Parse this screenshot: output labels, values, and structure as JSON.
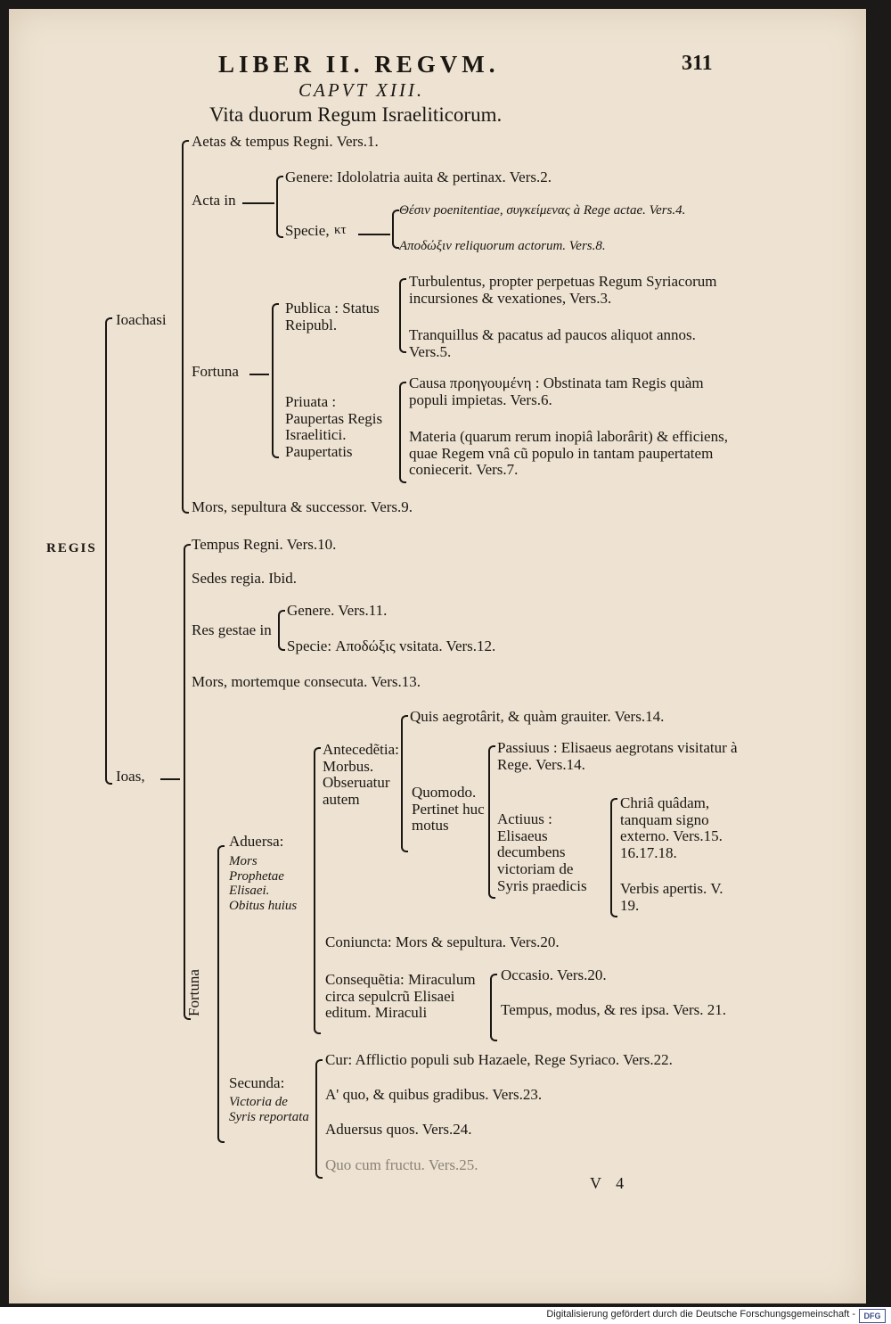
{
  "header": {
    "running_title": "LIBER II. REGVM.",
    "page_number": "311",
    "chapter": "CAPVT XIII.",
    "title": "Vita duorum Regum Israeliticorum."
  },
  "root": "REGIS",
  "ioachasi": {
    "label": "Ioachasi",
    "aetas": "Aetas & tempus Regni. Vers.1.",
    "acta": {
      "label": "Acta in",
      "genere": "Genere: Idololatria auita & pertinax. Vers.2.",
      "specie": {
        "label": "Specie,",
        "abbrev": "κτ",
        "item1": "Θέσιν poenitentiae, συγκείμενας à Rege actae. Vers.4.",
        "item2": "Αποδώξιν reliquorum actorum. Vers.8."
      }
    },
    "fortuna": {
      "label": "Fortuna",
      "publica": {
        "label": "Publica : Status Reipubl.",
        "turbulentus": "Turbulentus, propter perpetuas Regum Syriacorum incursiones & vexationes, Vers.3.",
        "tranquillus": "Tranquillus & pacatus ad paucos aliquot annos. Vers.5."
      },
      "priuata": {
        "label": "Priuata : Paupertas Regis Israelitici. Paupertatis",
        "causa": "Causa προηγουμένη : Obstinata tam Regis quàm populi impietas. Vers.6.",
        "materia": "Materia (quarum rerum inopiâ laborârit) & efficiens, quae Regem vnâ cũ populo in tantam paupertatem coniecerit. Vers.7."
      }
    },
    "mors": "Mors, sepultura & successor. Vers.9."
  },
  "ioas": {
    "label": "Ioas,",
    "tempus": "Tempus Regni. Vers.10.",
    "sedes": "Sedes regia. Ibid.",
    "res_gestae": {
      "label": "Res gestae in",
      "genere": "Genere. Vers.11.",
      "specie": "Specie: Αποδώξις vsitata. Vers.12."
    },
    "mors": "Mors, mortemque consecuta. Vers.13.",
    "fortuna": {
      "label": "Fortuna",
      "aduersa": {
        "label": "Aduersa:",
        "desc": "Mors Prophetae Elisaei. Obitus huius",
        "antecedentia": {
          "label": "Antecedẽtia: Morbus. Obseruatur autem",
          "quis": "Quis aegrotârit, & quàm grauiter. Vers.14.",
          "quomodo": {
            "label": "Quomodo. Pertinet huc motus",
            "passiuus": "Passiuus : Elisaeus aegrotans visitatur à Rege. Vers.14.",
            "actiuus": {
              "label": "Actiuus : Elisaeus decumbens victoriam de Syris praedicis",
              "chria": "Chriâ quâdam, tanquam signo externo. Vers.15. 16.17.18.",
              "verbis": "Verbis apertis. V. 19."
            }
          }
        },
        "coniuncta": "Coniuncta: Mors & sepultura. Vers.20.",
        "consequentia": {
          "label": "Consequẽtia: Miraculum circa sepulcrũ Elisaei editum. Miraculi",
          "occasio": "Occasio. Vers.20.",
          "tempus": "Tempus, modus, & res ipsa. Vers. 21."
        }
      },
      "secunda": {
        "label": "Secunda:",
        "desc": "Victoria de Syris reportata",
        "cur": "Cur: Afflictio populi sub Hazaele, Rege Syriaco. Vers.22.",
        "a_quo": "A' quo, & quibus gradibus. Vers.23.",
        "aduersus": "Aduersus quos. Vers.24.",
        "quo": "Quo cum fructu. Vers.25."
      }
    }
  },
  "signature": "V 4",
  "footer": {
    "credit": "Digitalisierung gefördert durch die Deutsche Forschungsgemeinschaft -",
    "logo": "DFG"
  }
}
